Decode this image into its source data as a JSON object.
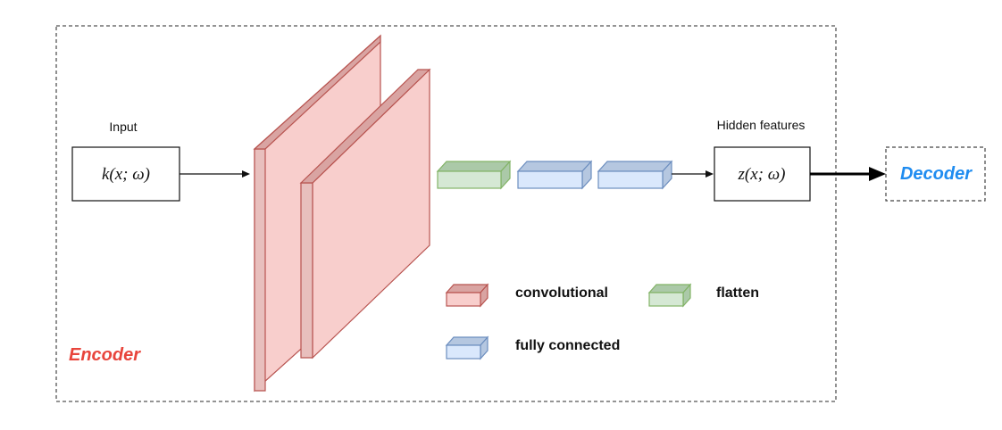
{
  "encoder": {
    "label": "Encoder",
    "color": "#e8453c"
  },
  "decoder": {
    "label": "Decoder",
    "color": "#1f8cf0"
  },
  "input": {
    "title": "Input",
    "formula": "k(x; ω)"
  },
  "hidden": {
    "title": "Hidden features",
    "formula": "z(x; ω)"
  },
  "legend": {
    "convolutional": "convolutional",
    "flatten": "flatten",
    "fully_connected": "fully connected"
  },
  "colors": {
    "conv_face": "#f8cecc",
    "conv_side": "#e8bfbd",
    "conv_top": "#d9a4a2",
    "conv_stroke": "#b85450",
    "flatten_face": "#d5e8d4",
    "flatten_top": "#abc9a8",
    "flatten_stroke": "#82b366",
    "fc_face": "#dae8fc",
    "fc_top": "#b5c7e0",
    "fc_stroke": "#6c8ebf"
  }
}
